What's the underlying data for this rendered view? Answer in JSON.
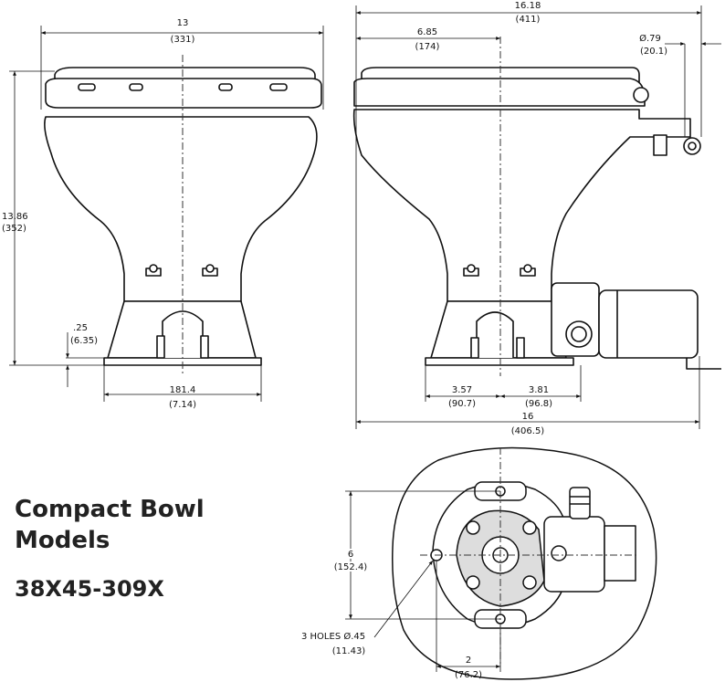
{
  "title": {
    "line1": "Compact Bowl",
    "line2": "Models",
    "model": "38X45-309X"
  },
  "front_view": {
    "width": "13",
    "width_mm": "(331)",
    "height": "13.86",
    "height_mm": "(352)",
    "base_thickness": ".25",
    "base_thickness_mm": "(6.35)",
    "base_width": "181.4",
    "base_width_in": "(7.14)"
  },
  "side_view": {
    "overall_length": "16.18",
    "overall_length_mm": "(411)",
    "to_center": "6.85",
    "to_center_mm": "(174)",
    "inlet_dia": "Ø.79",
    "inlet_dia_mm": "(20.1)",
    "base_rear": "3.57",
    "base_rear_mm": "(90.7)",
    "base_front": "3.81",
    "base_front_mm": "(96.8)",
    "base_length": "16",
    "base_length_mm": "(406.5)"
  },
  "bottom_view": {
    "bolt_span": "6",
    "bolt_span_mm": "(152.4)",
    "holes": "3 HOLES Ø.45",
    "holes_mm": "(11.43)",
    "offset": "2",
    "offset_mm": "(76.2)"
  }
}
